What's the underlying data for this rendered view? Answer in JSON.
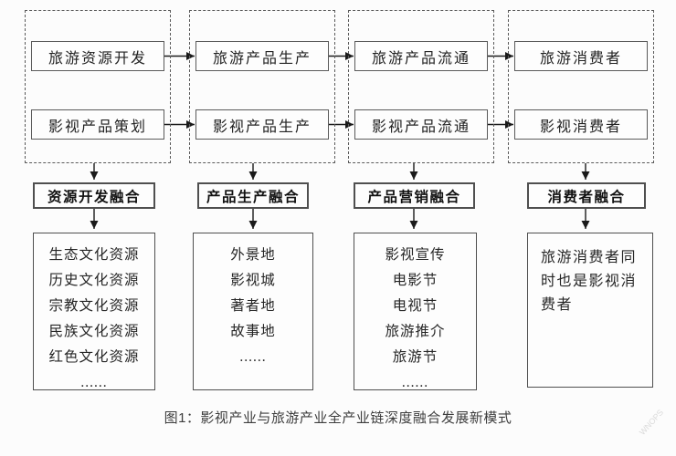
{
  "figure": {
    "caption": "图1：影视产业与旅游产业全产业链深度融合发展新模式",
    "watermark": "WNOPS"
  },
  "chain": {
    "columns": [
      {
        "tourism_box": "旅游资源开发",
        "film_box": "影视产品策划",
        "fusion_label": "资源开发融合",
        "items": [
          "生态文化资源",
          "历史文化资源",
          "宗教文化资源",
          "民族文化资源",
          "红色文化资源",
          "......"
        ]
      },
      {
        "tourism_box": "旅游产品生产",
        "film_box": "影视产品生产",
        "fusion_label": "产品生产融合",
        "items": [
          "外景地",
          "影视城",
          "著者地",
          "故事地",
          "......"
        ]
      },
      {
        "tourism_box": "旅游产品流通",
        "film_box": "影视产品流通",
        "fusion_label": "产品营销融合",
        "items": [
          "影视宣传",
          "电影节",
          "电视节",
          "旅游推介",
          "旅游节",
          "......"
        ]
      },
      {
        "tourism_box": "旅游消费者",
        "film_box": "影视消费者",
        "fusion_label": "消费者融合",
        "note": "旅游消费者同时也是影视消费者"
      }
    ]
  },
  "colors": {
    "box_border": "#5a5a5a",
    "label_border": "#4f4f4f",
    "text": "#1f1f1f",
    "background": "#fcfcfc"
  }
}
